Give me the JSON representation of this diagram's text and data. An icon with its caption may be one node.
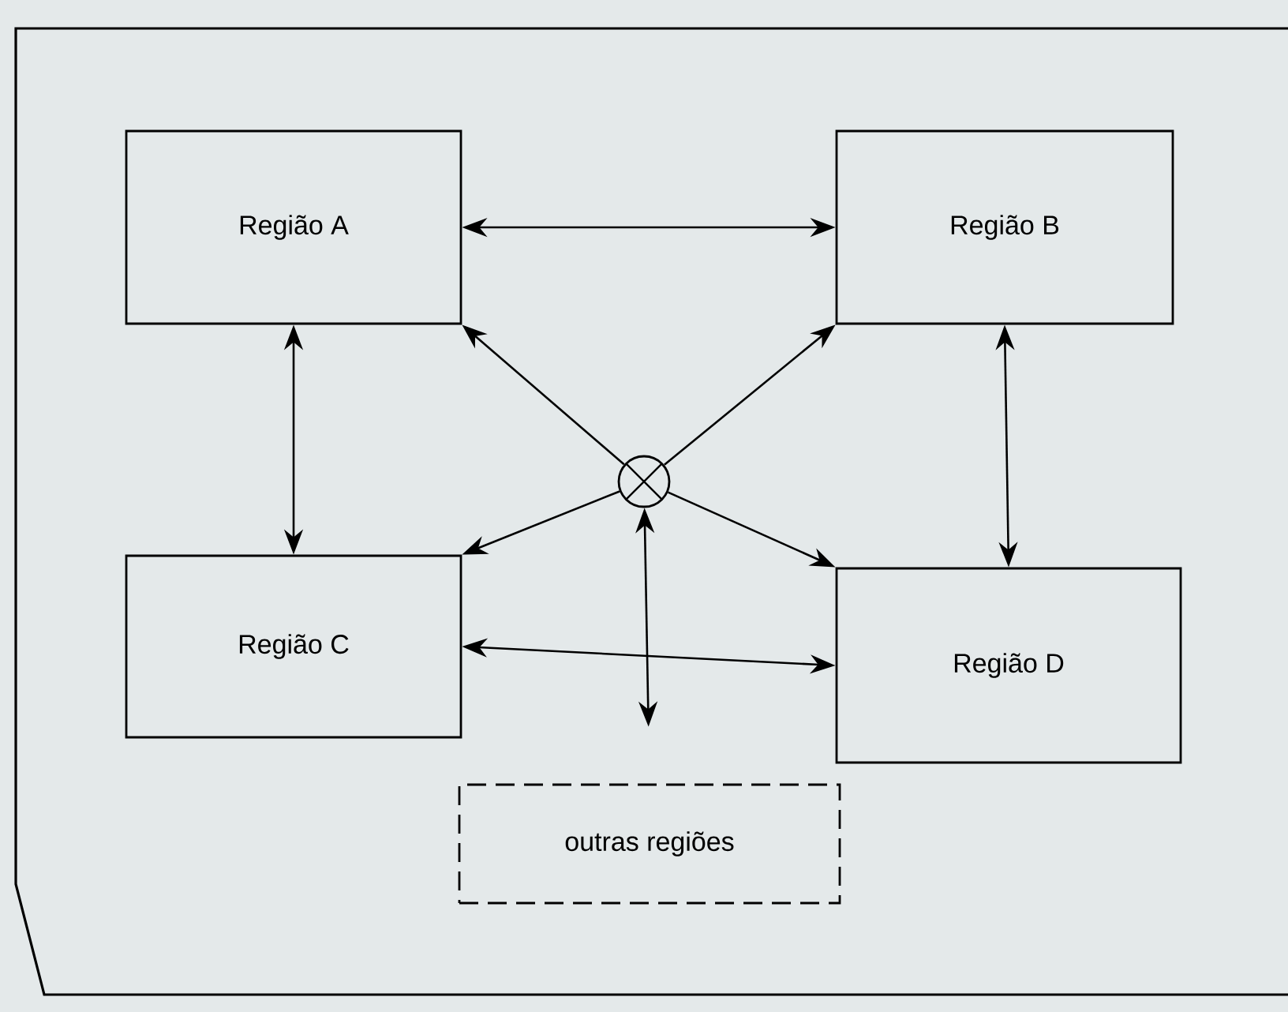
{
  "diagram": {
    "nodes": [
      {
        "text": [
          "Região A"
        ]
      },
      {
        "text": [
          "Região B"
        ]
      },
      {
        "text": [
          "Região C"
        ]
      },
      {
        "text": [
          "Região D"
        ]
      },
      {
        "text": [
          "outras regiões"
        ]
      },
      {
        "text": [],
        "shape": "circle"
      }
    ],
    "edges": [
      {
        "from": 0,
        "to": 1,
        "arrow": "both"
      },
      {
        "from": 0,
        "to": 2,
        "arrow": "both"
      },
      {
        "from": 1,
        "to": 3,
        "arrow": "both"
      },
      {
        "from": 2,
        "to": 3,
        "arrow": "both"
      },
      {
        "from": 5,
        "to": 0,
        "arrow": "to"
      },
      {
        "from": 5,
        "to": 1,
        "arrow": "to"
      },
      {
        "from": 5,
        "to": 2,
        "arrow": "to"
      },
      {
        "from": 5,
        "to": 3,
        "arrow": "to"
      },
      {
        "from": 5,
        "to": 4,
        "arrow": "both"
      }
    ]
  }
}
